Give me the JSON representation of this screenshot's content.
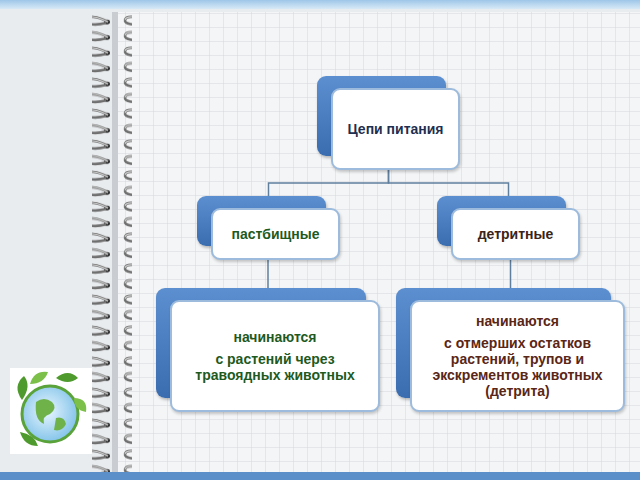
{
  "diagram": {
    "nodes": [
      {
        "text": [
          "Цепи питания"
        ]
      },
      {
        "text": [
          "пастбищные"
        ]
      },
      {
        "text": [
          "детритные"
        ]
      },
      {
        "text": [
          "начинаются",
          "с растений через травоядных животных"
        ]
      },
      {
        "text": [
          "начинаются",
          "с отмерших остатков растений, трупов и экскрементов животных (детрита)"
        ]
      }
    ],
    "edges": [
      {
        "from": 0,
        "to": 1,
        "arrow": "none"
      },
      {
        "from": 0,
        "to": 2,
        "arrow": "none"
      },
      {
        "from": 1,
        "to": 3,
        "arrow": "none"
      },
      {
        "from": 2,
        "to": 4,
        "arrow": "none"
      }
    ]
  }
}
